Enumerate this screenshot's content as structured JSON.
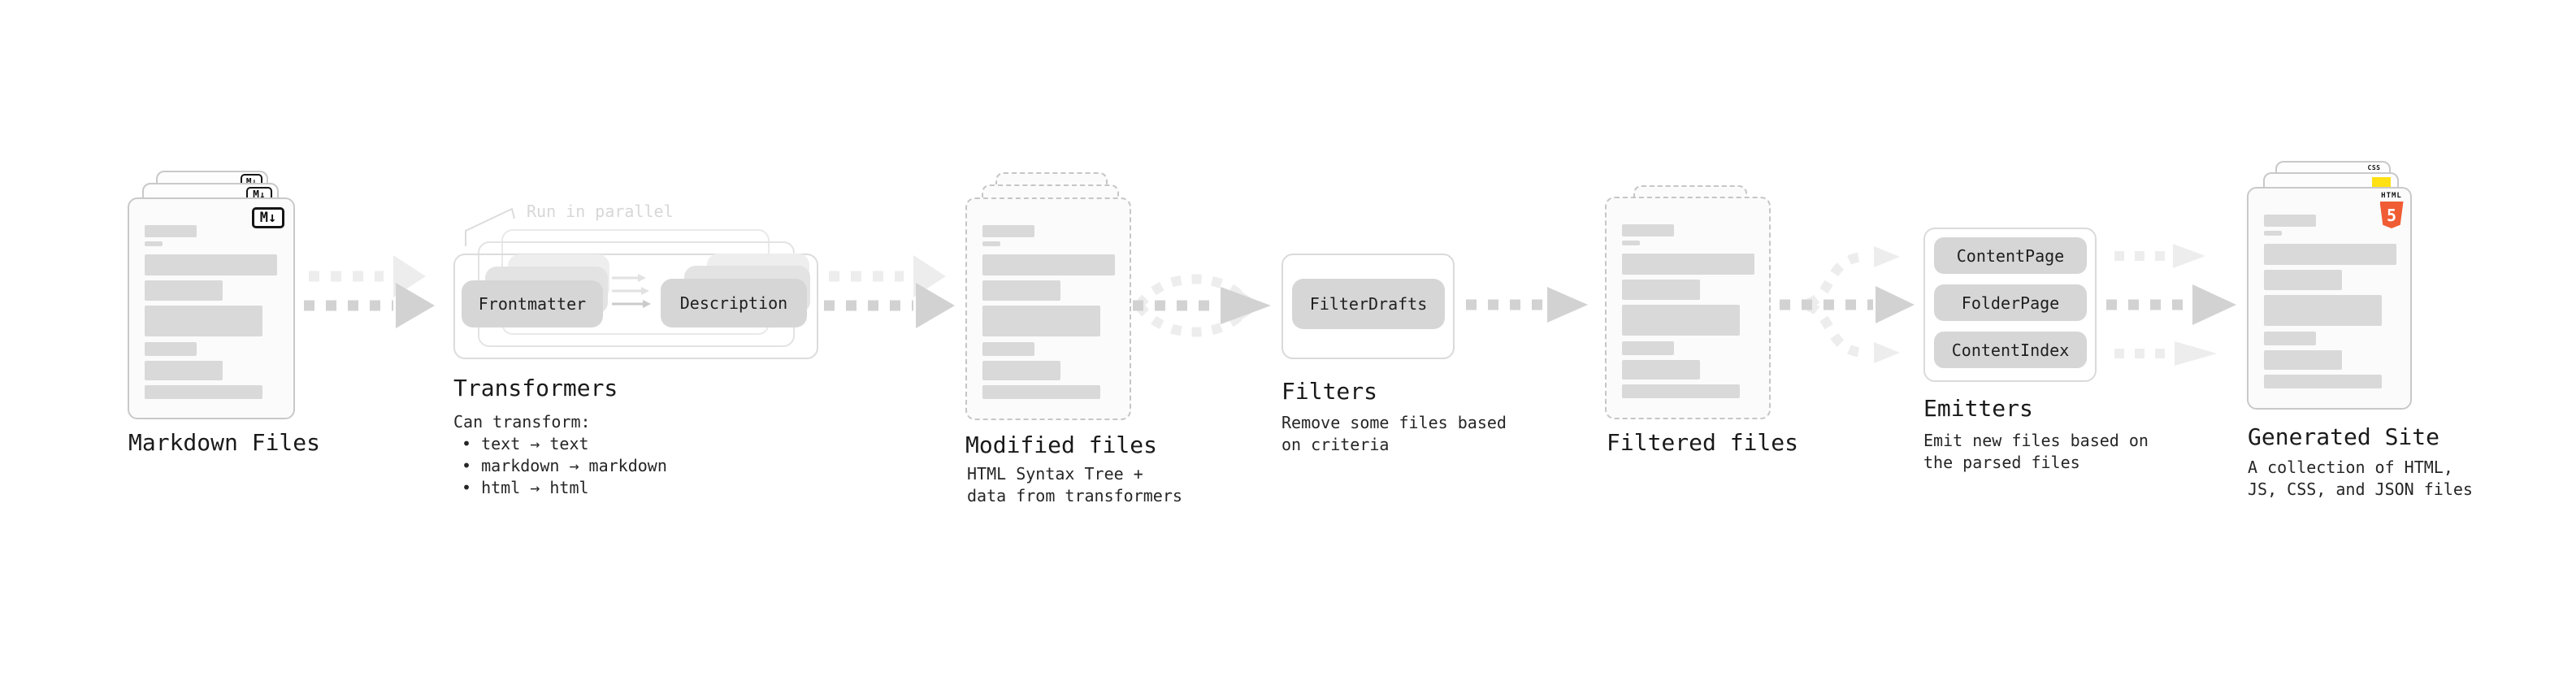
{
  "colors": {
    "canvas_bg": "#ffffff",
    "doc_fill": "#fbfbfb",
    "doc_border": "#c9c9c9",
    "dashed_border": "#c6c6c6",
    "bar_fill": "#d9d9d9",
    "pill_fill": "#d6d6d6",
    "pill_ghost1": "#e3e3e3",
    "pill_ghost2": "#eeeeee",
    "box_border": "#dadada",
    "arrow_dark": "#d2d2d2",
    "arrow_faint": "#ededed",
    "title_text": "#1a1a1a",
    "caption_text": "#262626",
    "muted_label": "#d7d7d7",
    "md_badge_border": "#151515",
    "html5_orange": "#f05c33",
    "js_yellow": "#ffe114",
    "css_blue": "#2b66f6"
  },
  "stages": {
    "markdown": {
      "title": "Markdown Files",
      "badge": "M↓"
    },
    "transformers": {
      "title": "Transformers",
      "parallel_label": "Run in parallel",
      "pill_left": "Frontmatter",
      "pill_right": "Description",
      "caption_heading": "Can transform:",
      "bullets": [
        "• text → text",
        "• markdown → markdown",
        "• html → html"
      ]
    },
    "modified": {
      "title": "Modified files",
      "caption_line1": "HTML Syntax Tree +",
      "caption_line2": "data from transformers"
    },
    "filters": {
      "title": "Filters",
      "pill": "FilterDrafts",
      "caption_line1": "Remove some files based",
      "caption_line2": "on criteria"
    },
    "filtered": {
      "title": "Filtered files"
    },
    "emitters": {
      "title": "Emitters",
      "pills": [
        "ContentPage",
        "FolderPage",
        "ContentIndex"
      ],
      "caption_line1": "Emit new files based on",
      "caption_line2": "the parsed files"
    },
    "generated": {
      "title": "Generated Site",
      "caption_line1": "A collection of HTML,",
      "caption_line2": "JS, CSS, and JSON files",
      "css_badge": "CSS",
      "html_badge_label": "HTML",
      "html_badge_number": "5"
    }
  }
}
